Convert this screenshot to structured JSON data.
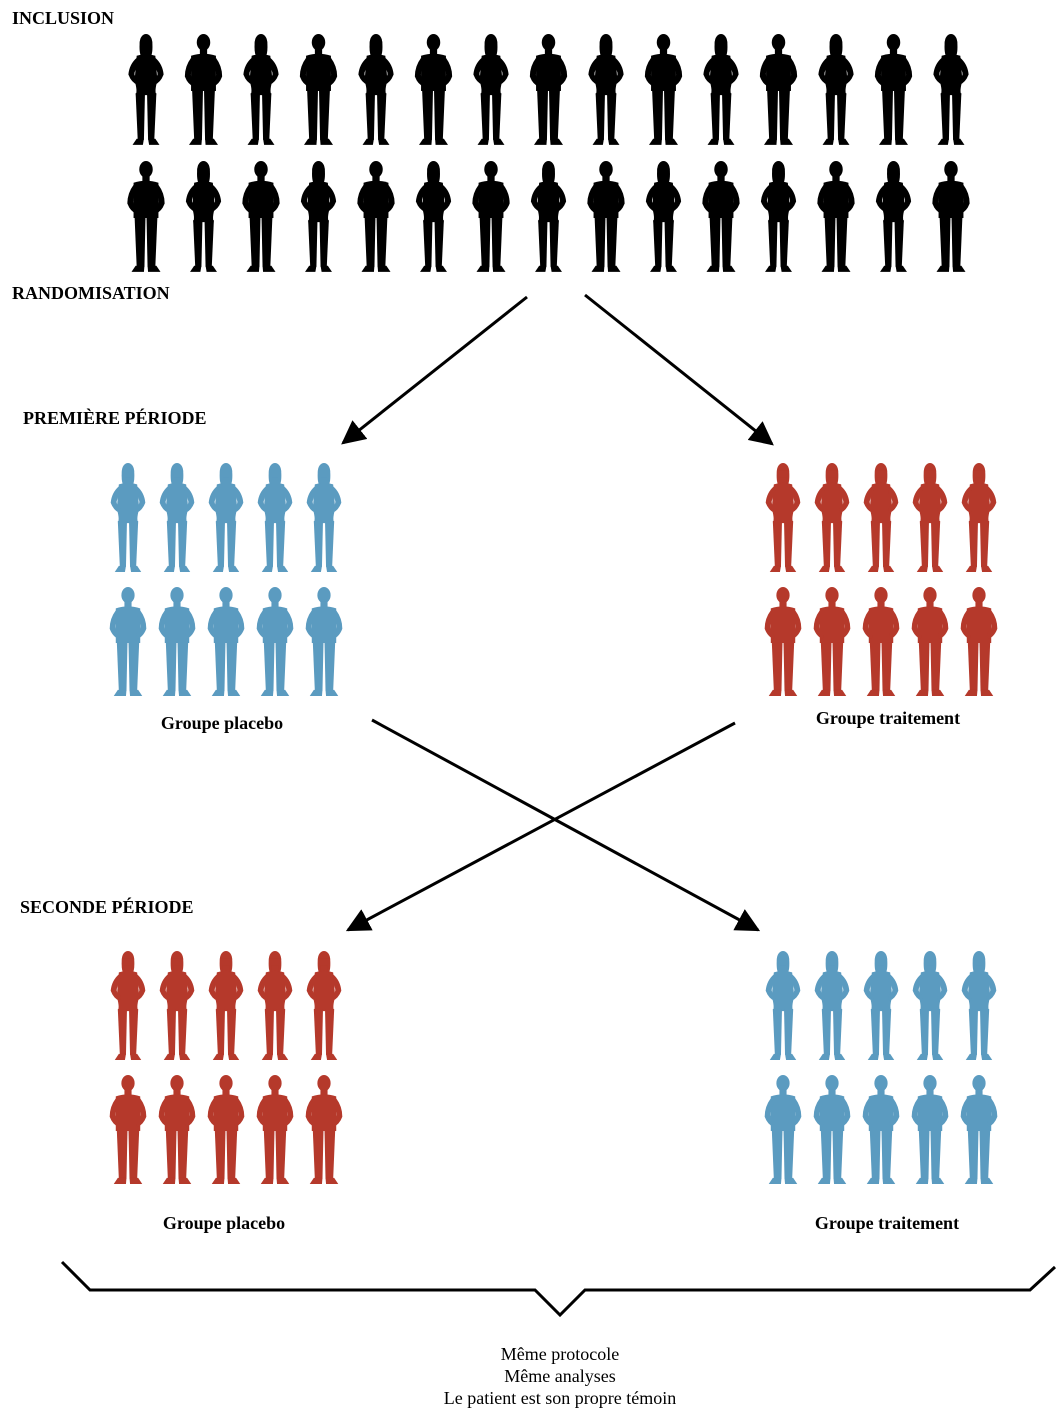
{
  "steps": {
    "inclusion": "INCLUSION",
    "randomisation": "RANDOMISATION",
    "first_period": "PREMIÈRE PÉRIODE",
    "second_period": "SECONDE PÉRIODE"
  },
  "groups": {
    "first_left": "Groupe placebo",
    "first_right": "Groupe traitement",
    "second_left": "Groupe placebo",
    "second_right": "Groupe traitement"
  },
  "conclusion": {
    "line1": "Même protocole",
    "line2": "Même analyses",
    "line3": "Le patient est son propre témoin"
  },
  "colors": {
    "inclusion": "#000000",
    "placebo": "#5b9bc0",
    "treatment": "#b5392b",
    "arrow": "#000000"
  },
  "icons": {
    "female": "woman-silhouette-icon",
    "male": "man-silhouette-icon"
  },
  "population": {
    "inclusion_per_row": 15,
    "inclusion_rows": 2,
    "group_per_row": 5,
    "group_rows": 2
  }
}
